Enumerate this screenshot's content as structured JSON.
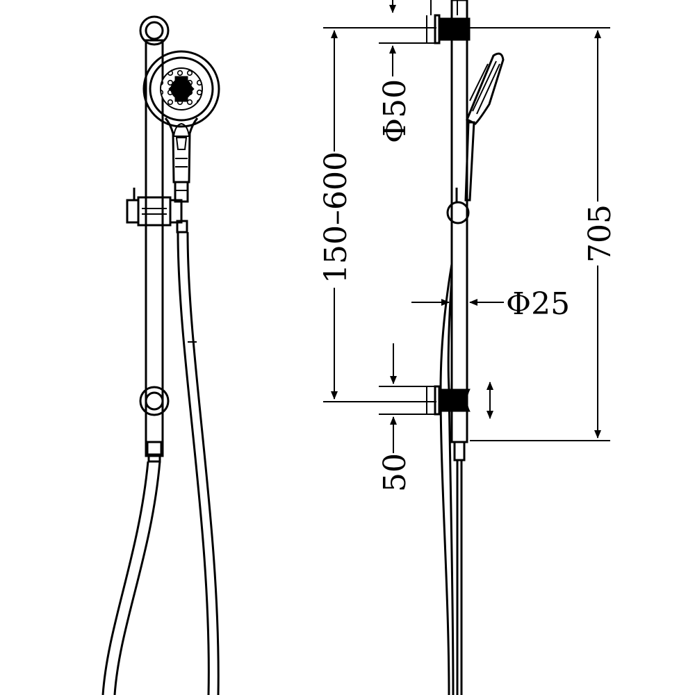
{
  "drawing": {
    "dimensions": {
      "bracket_diameter": "Φ50",
      "slide_range": "150–600",
      "overall_height": "705",
      "rail_diameter": "Φ25",
      "bracket_offset": "50"
    },
    "colors": {
      "line": "#000000",
      "background": "#ffffff"
    },
    "icons": {
      "adjust": "double-arrow-icon"
    }
  }
}
